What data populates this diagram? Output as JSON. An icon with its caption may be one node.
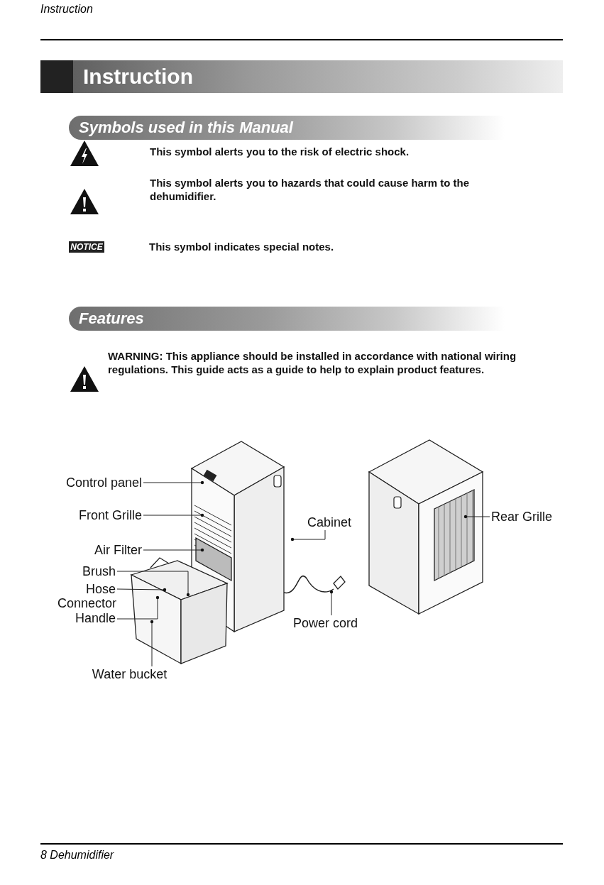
{
  "diagram": {
    "title": "Instruction",
    "nodes": [
      {
        "text": [
          "Control panel"
        ]
      },
      {
        "text": [
          "Front Grille"
        ]
      },
      {
        "text": [
          "Air Filter"
        ]
      },
      {
        "text": [
          "Brush"
        ]
      },
      {
        "text": [
          "Hose Connector"
        ]
      },
      {
        "text": [
          "Handle"
        ]
      },
      {
        "text": [
          "Water bucket"
        ]
      },
      {
        "text": [
          "Cabinet"
        ]
      },
      {
        "text": [
          "Power cord"
        ]
      },
      {
        "text": [
          "Rear Grille"
        ]
      }
    ],
    "edges": [
      {
        "from": 0,
        "to": null,
        "arrow": "other"
      },
      {
        "from": 1,
        "to": null,
        "arrow": "other"
      },
      {
        "from": 2,
        "to": null,
        "arrow": "other"
      },
      {
        "from": 3,
        "to": null,
        "arrow": "other"
      },
      {
        "from": 4,
        "to": null,
        "arrow": "other"
      },
      {
        "from": 5,
        "to": null,
        "arrow": "other"
      },
      {
        "from": 6,
        "to": null,
        "arrow": "other"
      },
      {
        "from": 7,
        "to": null,
        "arrow": "other"
      },
      {
        "from": 8,
        "to": null,
        "arrow": "other"
      },
      {
        "from": 9,
        "to": null,
        "arrow": "other"
      }
    ],
    "labels": [
      "Instruction",
      "Symbols used in this Manual",
      "This symbol alerts you to the risk of electric shock.",
      "This symbol alerts you to hazards that could cause harm to the dehumidifier.",
      "NOTICE",
      "This symbol indicates special notes.",
      "Features",
      "WARNING: This appliance should be installed in accordance with national wiring regulations. This guide acts as a guide to help to explain product features.",
      "8 Dehumidifier"
    ]
  }
}
